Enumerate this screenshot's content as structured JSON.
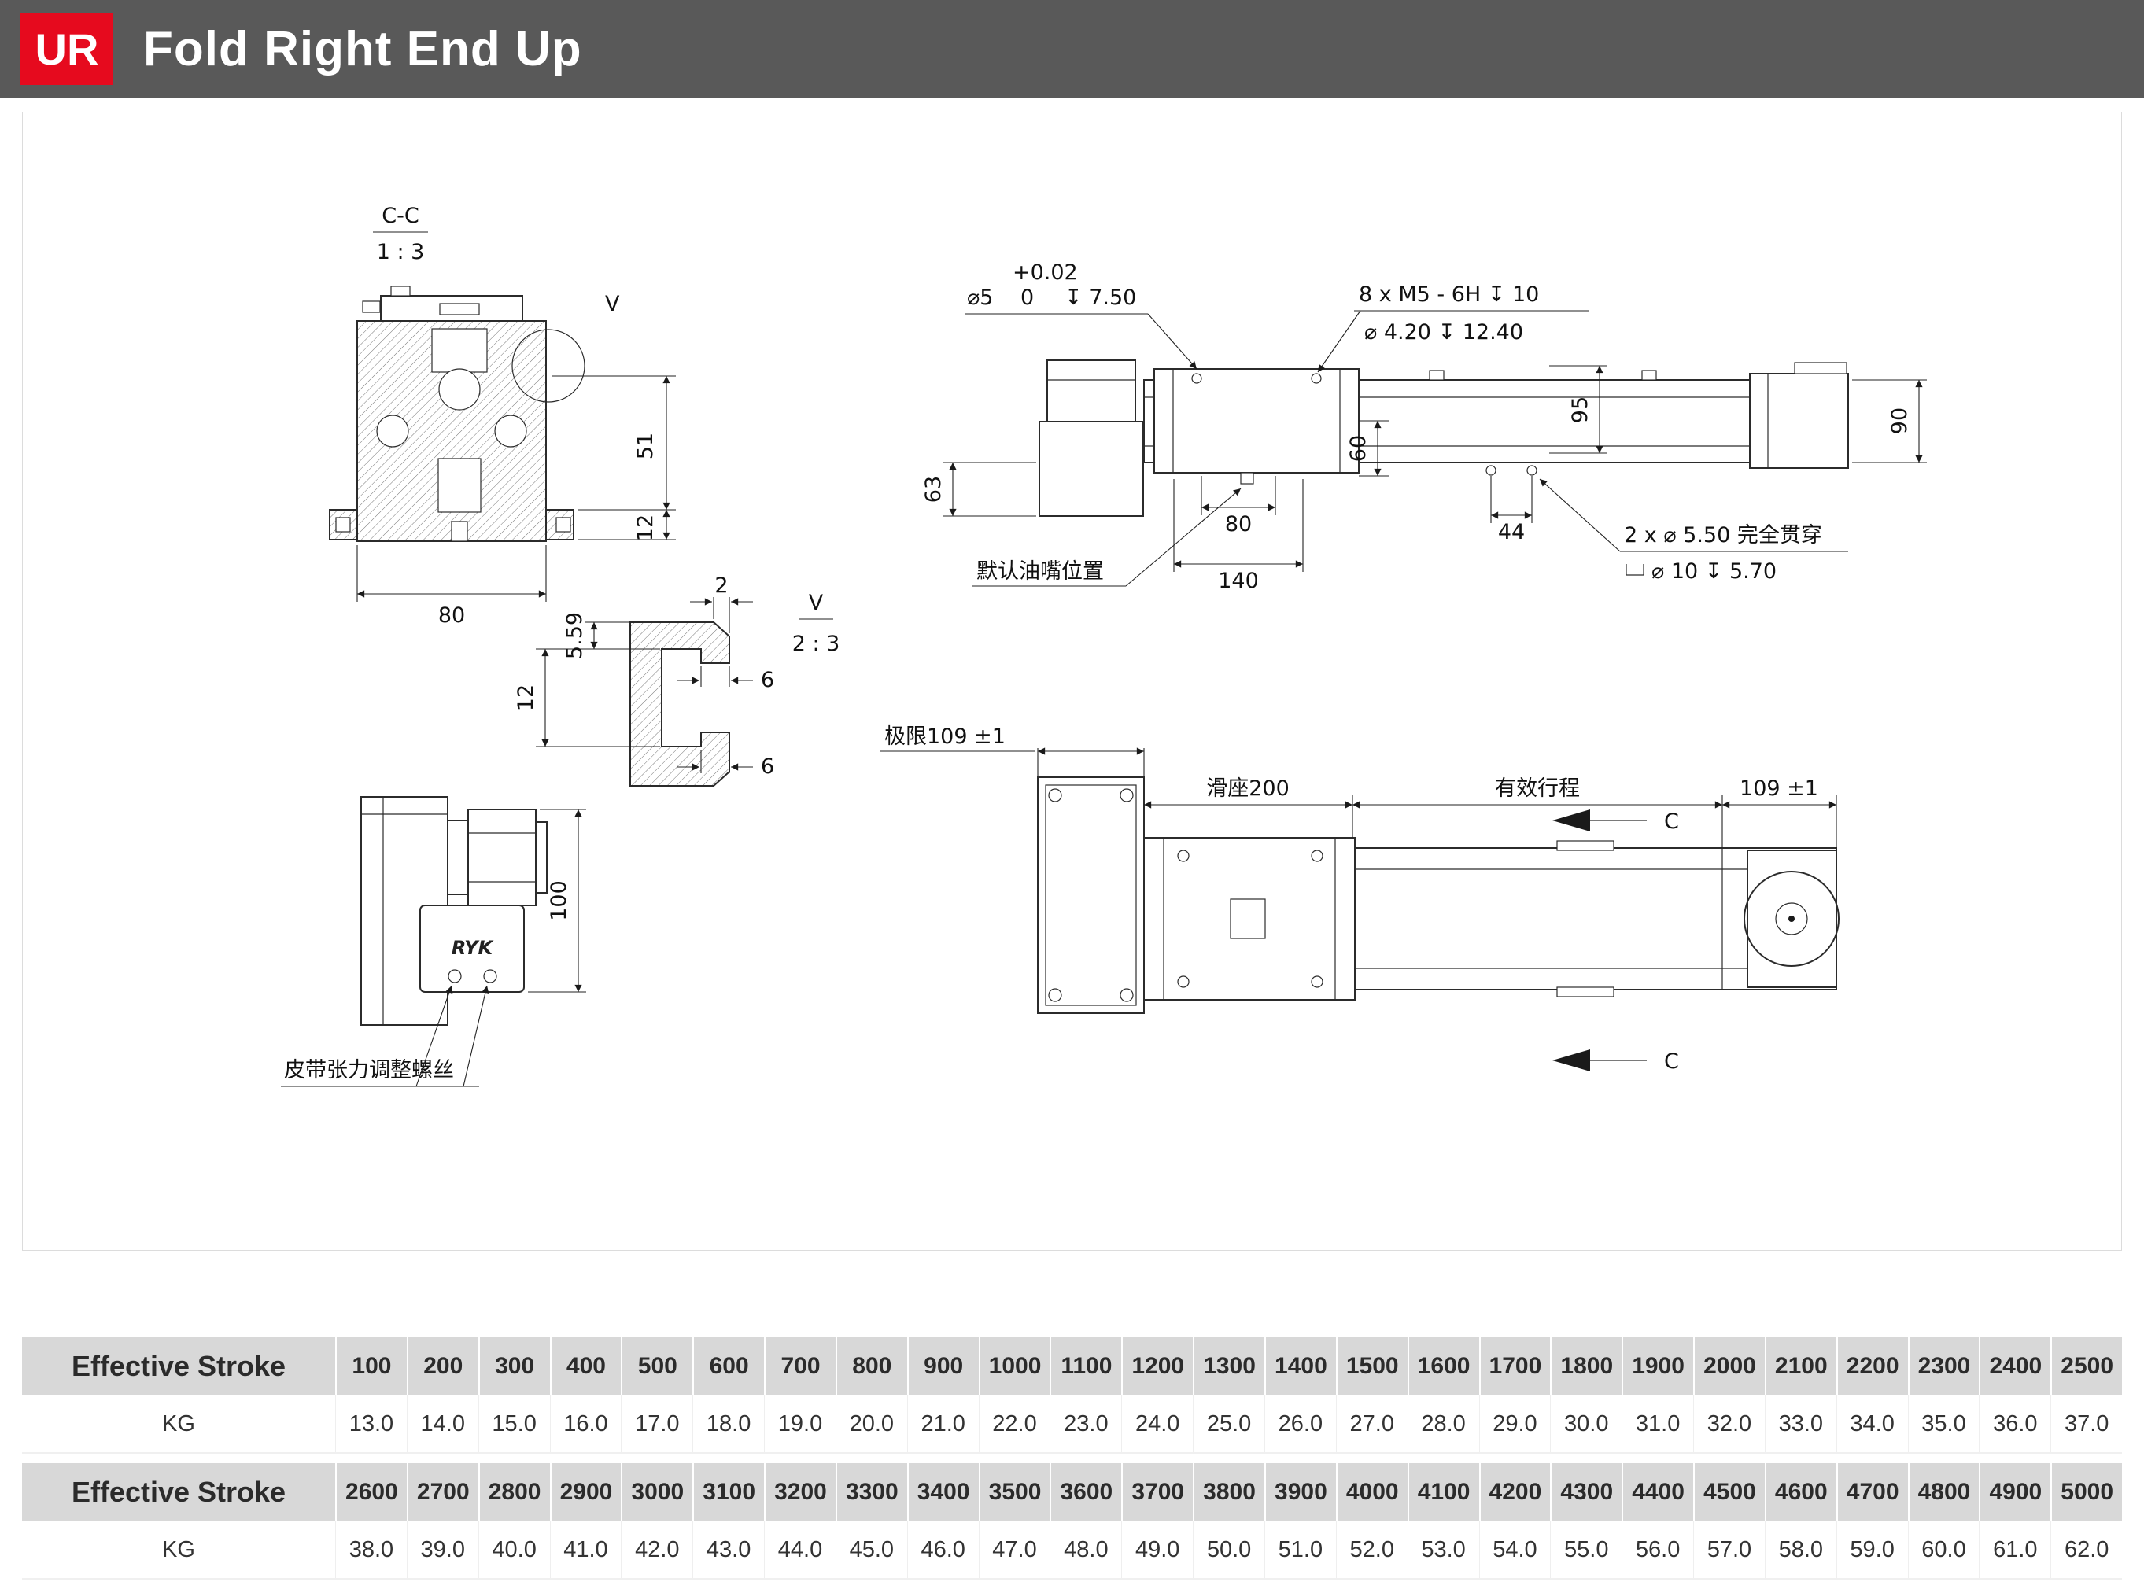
{
  "colors": {
    "badge_red": "#e60a1e",
    "header_gray": "#595959",
    "table_header_gray": "#d8d8d8"
  },
  "header": {
    "badge": "UR",
    "title": "Fold Right End Up"
  },
  "drawing": {
    "section_cc": {
      "title": "C-C",
      "scale": "1 : 3",
      "detail_mark": "V",
      "dim_width": "80",
      "dim_51": "51",
      "dim_12": "12"
    },
    "side_view": {
      "tol_upper": "+0.02",
      "pin_dia": "⌀5",
      "tol_lower": "0",
      "pin_depth": "↧ 7.50",
      "thread_note": "8 x  M5 - 6H  ↧ 10",
      "cbore_note": "⌀ 4.20  ↧ 12.40",
      "dim_95": "95",
      "dim_90": "90",
      "dim_63": "63",
      "dim_60": "60",
      "dim_80": "80",
      "dim_44": "44",
      "dim_140": "140",
      "grease_note": "默认油嘴位置",
      "thru_hole_note": "2 x  ⌀ 5.50  完全贯穿",
      "thru_cbore_note": "⌀ 10  ↧ 5.70"
    },
    "detail_v": {
      "title": "V",
      "scale": "2 : 3",
      "dim_2": "2",
      "dim_559": "5.59",
      "dim_6a": "6",
      "dim_12": "12",
      "dim_6b": "6"
    },
    "motor_view": {
      "brand": "RYK",
      "dim_100": "100",
      "belt_note": "皮带张力调整螺丝"
    },
    "plan_view": {
      "limit_note": "极限109 ±1",
      "carriage_dim": "滑座200",
      "stroke_dim": "有效行程",
      "dim_109": "109 ±1",
      "section_c_top": "C",
      "section_c_bottom": "C"
    }
  },
  "table": {
    "stroke_label": "Effective Stroke",
    "unit_label": "KG",
    "strokes_row1": [
      "100",
      "200",
      "300",
      "400",
      "500",
      "600",
      "700",
      "800",
      "900",
      "1000",
      "1100",
      "1200",
      "1300",
      "1400",
      "1500",
      "1600",
      "1700",
      "1800",
      "1900",
      "2000",
      "2100",
      "2200",
      "2300",
      "2400",
      "2500"
    ],
    "kg_row1": [
      "13.0",
      "14.0",
      "15.0",
      "16.0",
      "17.0",
      "18.0",
      "19.0",
      "20.0",
      "21.0",
      "22.0",
      "23.0",
      "24.0",
      "25.0",
      "26.0",
      "27.0",
      "28.0",
      "29.0",
      "30.0",
      "31.0",
      "32.0",
      "33.0",
      "34.0",
      "35.0",
      "36.0",
      "37.0"
    ],
    "strokes_row2": [
      "2600",
      "2700",
      "2800",
      "2900",
      "3000",
      "3100",
      "3200",
      "3300",
      "3400",
      "3500",
      "3600",
      "3700",
      "3800",
      "3900",
      "4000",
      "4100",
      "4200",
      "4300",
      "4400",
      "4500",
      "4600",
      "4700",
      "4800",
      "4900",
      "5000"
    ],
    "kg_row2": [
      "38.0",
      "39.0",
      "40.0",
      "41.0",
      "42.0",
      "43.0",
      "44.0",
      "45.0",
      "46.0",
      "47.0",
      "48.0",
      "49.0",
      "50.0",
      "51.0",
      "52.0",
      "53.0",
      "54.0",
      "55.0",
      "56.0",
      "57.0",
      "58.0",
      "59.0",
      "60.0",
      "61.0",
      "62.0"
    ]
  }
}
